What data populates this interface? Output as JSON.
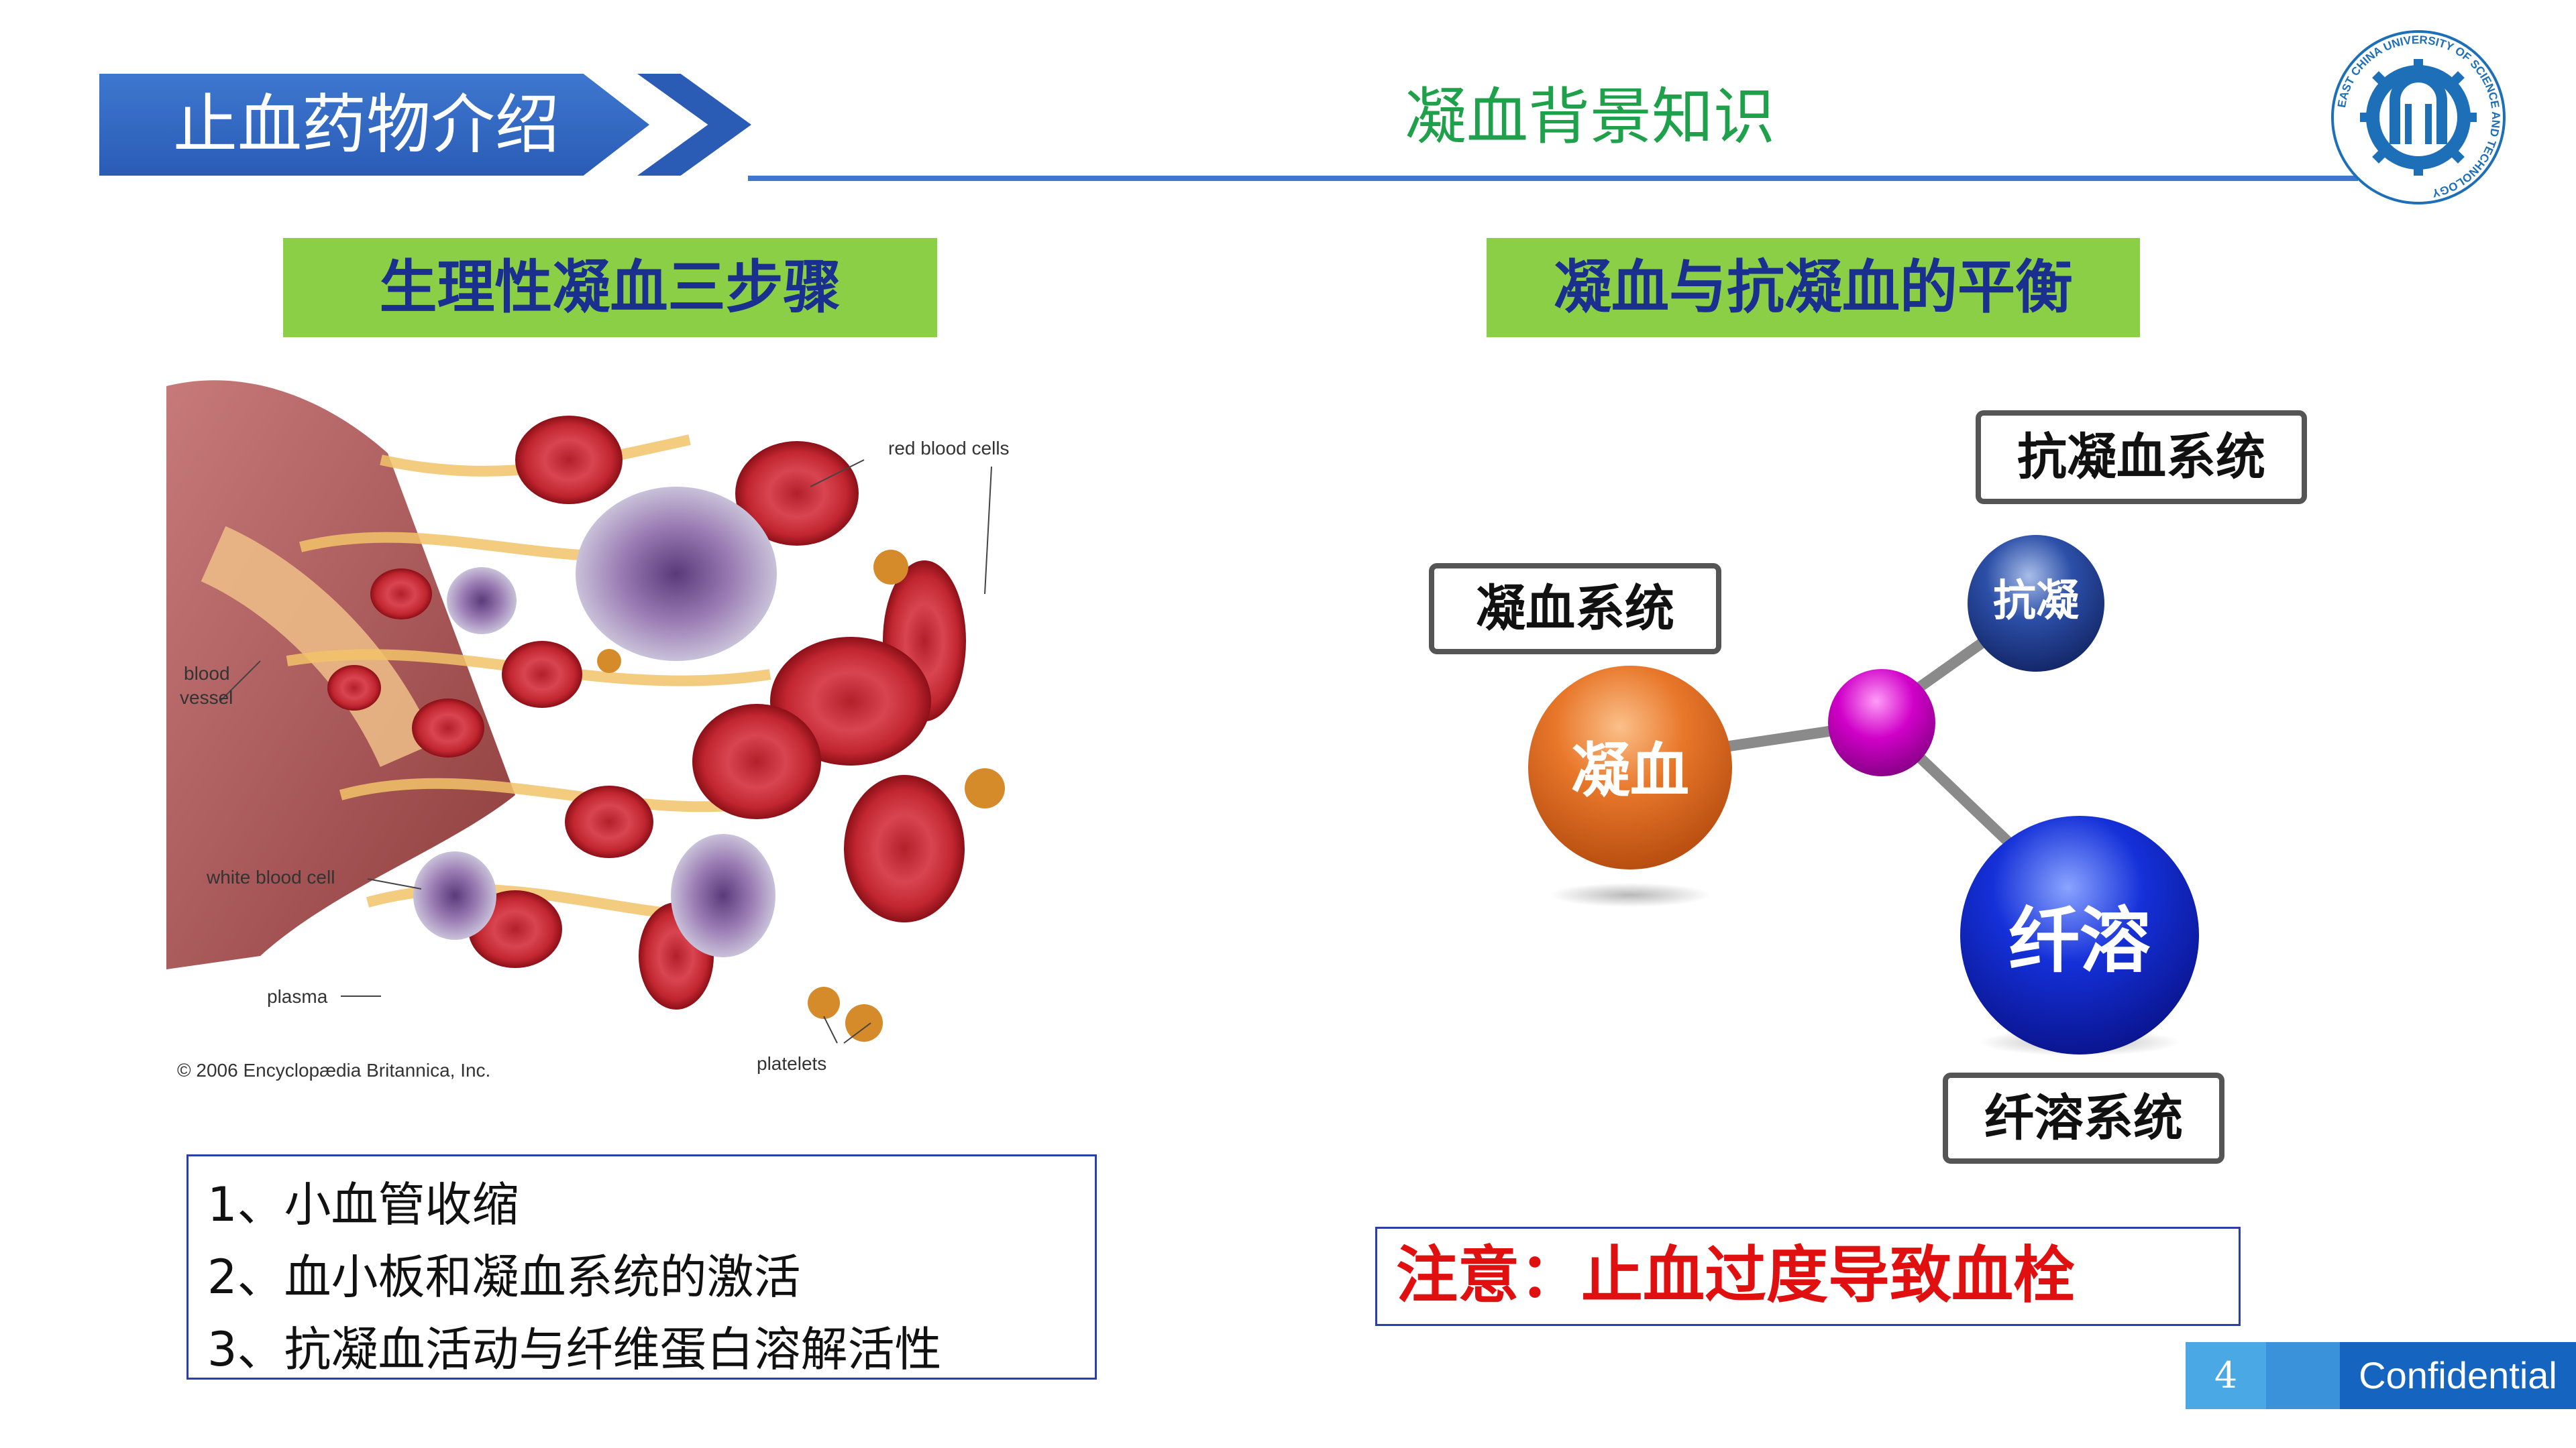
{
  "header": {
    "section_title": "止血药物介绍",
    "slide_title": "凝血背景知识",
    "logo_text": "EAST CHINA UNIVERSITY OF SCIENCE AND TECHNOLOGY"
  },
  "left": {
    "label": "生理性凝血三步骤",
    "illustration": {
      "labels": {
        "red_blood_cells": "red blood cells",
        "blood_vessel_1": "blood",
        "blood_vessel_2": "vessel",
        "white_blood_cell": "white blood cell",
        "plasma": "plasma",
        "platelets": "platelets",
        "copyright": "© 2006 Encyclopædia Britannica, Inc."
      }
    },
    "steps": [
      "1、小血管收缩",
      "2、血小板和凝血系统的激活",
      "3、抗凝血活动与纤维蛋白溶解活性"
    ]
  },
  "right": {
    "label": "凝血与抗凝血的平衡",
    "boxes": {
      "anticoag_system": "抗凝血系统",
      "coag_system": "凝血系统",
      "fibrinolysis_system": "纤溶系统"
    },
    "spheres": {
      "coag": "凝血",
      "anticoag": "抗凝",
      "fibrinolysis": "纤溶"
    },
    "warning": "注意：止血过度导致血栓"
  },
  "footer": {
    "page_number": "4",
    "confidential": "Confidential"
  },
  "colors": {
    "banner_blue": "#2a5cb6",
    "title_green": "#1fa04a",
    "label_green": "#8bcf46",
    "label_text": "#1b2f8f",
    "warning_red": "#e01010",
    "sphere_orange": "#e8772a",
    "sphere_blue": "#1430d8",
    "sphere_navy": "#2c4fa8",
    "sphere_magenta": "#d000c8"
  }
}
